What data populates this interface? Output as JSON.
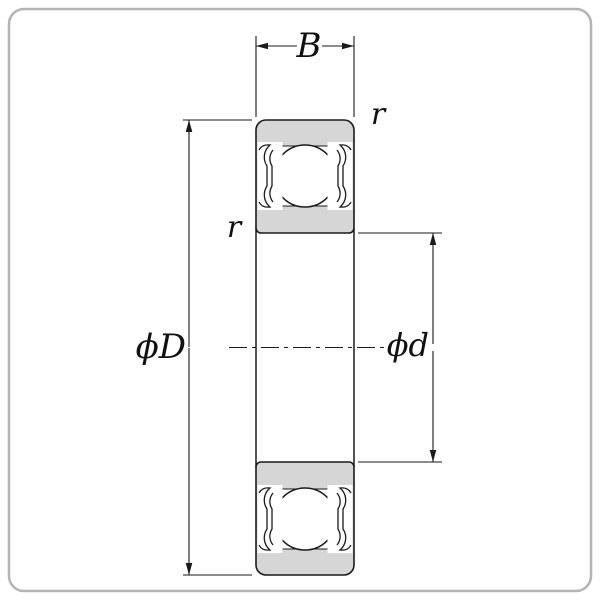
{
  "diagram": {
    "dimensions": {
      "width_label": "B",
      "outer_diameter_label": "ϕD",
      "bore_diameter_label": "ϕd",
      "chamfer_outer_label": "r",
      "chamfer_inner_label": "r"
    },
    "colors": {
      "line": "#1a1a1a",
      "ring_fill": "#d6d6d6",
      "frame": "#b3b3b3",
      "background": "#ffffff"
    }
  }
}
